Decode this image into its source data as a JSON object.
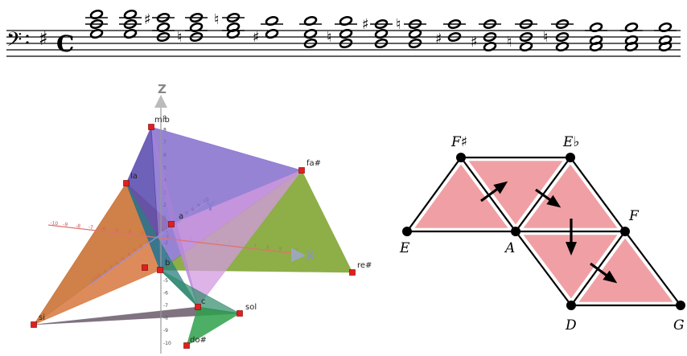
{
  "score": {
    "clef": "bass-clef-icon",
    "key_signature": "sharp-icon",
    "time_signature": "C"
  },
  "polytope": {
    "axis_labels": {
      "x": "X",
      "y": "Y",
      "z": "Z"
    },
    "vertex_labels": {
      "mib": "mib",
      "fa_sharp": "fa#",
      "la": "la",
      "re_sharp": "re#",
      "si": "si",
      "sol": "sol",
      "do_sharp": "do#",
      "small_a": "a",
      "small_b": "b",
      "small_c": "c"
    },
    "x_axis_ticks": [
      "-10",
      "-9",
      "-8",
      "-7",
      "-6",
      "-5",
      "-4",
      "-3",
      "-2",
      "-1",
      "1",
      "2",
      "3",
      "4",
      "5",
      "6",
      "7",
      "8",
      "9",
      "10"
    ],
    "y_axis_ticks": [
      "-10",
      "-9",
      "-8",
      "-7",
      "-6",
      "-5",
      "-4",
      "-3",
      "-2",
      "-1",
      "1",
      "2",
      "3",
      "4",
      "5",
      "6",
      "7",
      "8",
      "9",
      "10"
    ],
    "z_axis_ticks": [
      "9",
      "8",
      "7",
      "6",
      "5",
      "4",
      "3",
      "2",
      "1",
      "-1",
      "-2",
      "-3",
      "-4",
      "-5",
      "-6",
      "-7",
      "-8",
      "-9",
      "-10"
    ],
    "colors": {
      "purple": "#7a60c8",
      "orange": "#d46a2c",
      "olive": "#7aa028",
      "pink": "#d39ae0",
      "teal": "#2a7f7f",
      "green": "#2ea04a",
      "gray": "#6a5a6a",
      "vertex": "#e02020"
    }
  },
  "tonnetz": {
    "nodes": {
      "f_sharp": "F♯",
      "e_flat": "E♭",
      "e": "E",
      "a": "A",
      "f": "F",
      "d": "D",
      "g": "G"
    },
    "colors": {
      "triangle_fill": "#f0a0a4",
      "edge": "#000000"
    }
  }
}
